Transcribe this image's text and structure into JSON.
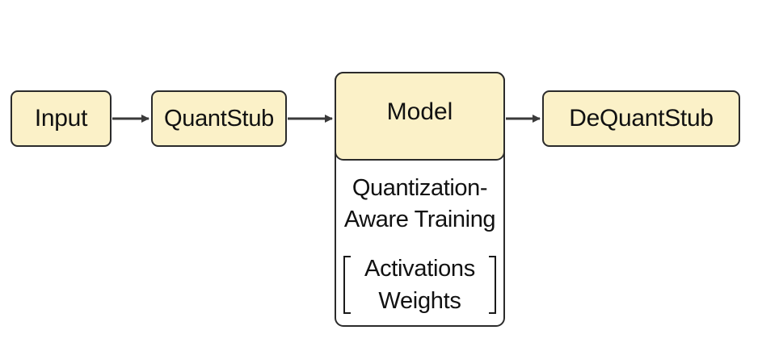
{
  "diagram": {
    "nodes": {
      "input": "Input",
      "quantstub": "QuantStub",
      "model": "Model",
      "dequantstub": "DeQuantStub"
    },
    "model_detail": {
      "technique_line1": "Quantization-",
      "technique_line2": "Aware Training",
      "quantized_items": [
        "Activations",
        "Weights"
      ]
    },
    "edges": [
      {
        "from": "input",
        "to": "quantstub"
      },
      {
        "from": "quantstub",
        "to": "model"
      },
      {
        "from": "model",
        "to": "dequantstub"
      }
    ],
    "colors": {
      "node_fill": "#fbf1c8",
      "stroke": "#2b2b2b",
      "arrow": "#3a3a3a"
    }
  }
}
